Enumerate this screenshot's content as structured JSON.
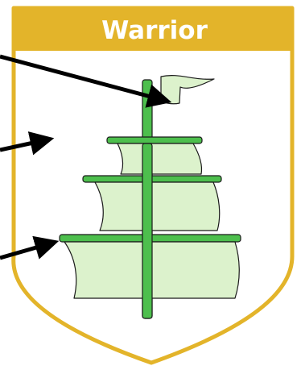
{
  "banner": {
    "title": "Warrior"
  },
  "colors": {
    "shield_border": "#e3b42a",
    "banner_fill": "#e3b42a",
    "shield_fill": "#ffffff",
    "mast_green": "#4dbf4d",
    "sail_fill": "#dcf2cc",
    "outline": "#1a1a1a",
    "arrow": "#000000"
  },
  "icons": {
    "ship": "sailing-ship-icon",
    "flag": "flag-icon"
  },
  "arrows": [
    {
      "target": "flag"
    },
    {
      "target": "shield-background"
    },
    {
      "target": "lowest-yard"
    }
  ]
}
